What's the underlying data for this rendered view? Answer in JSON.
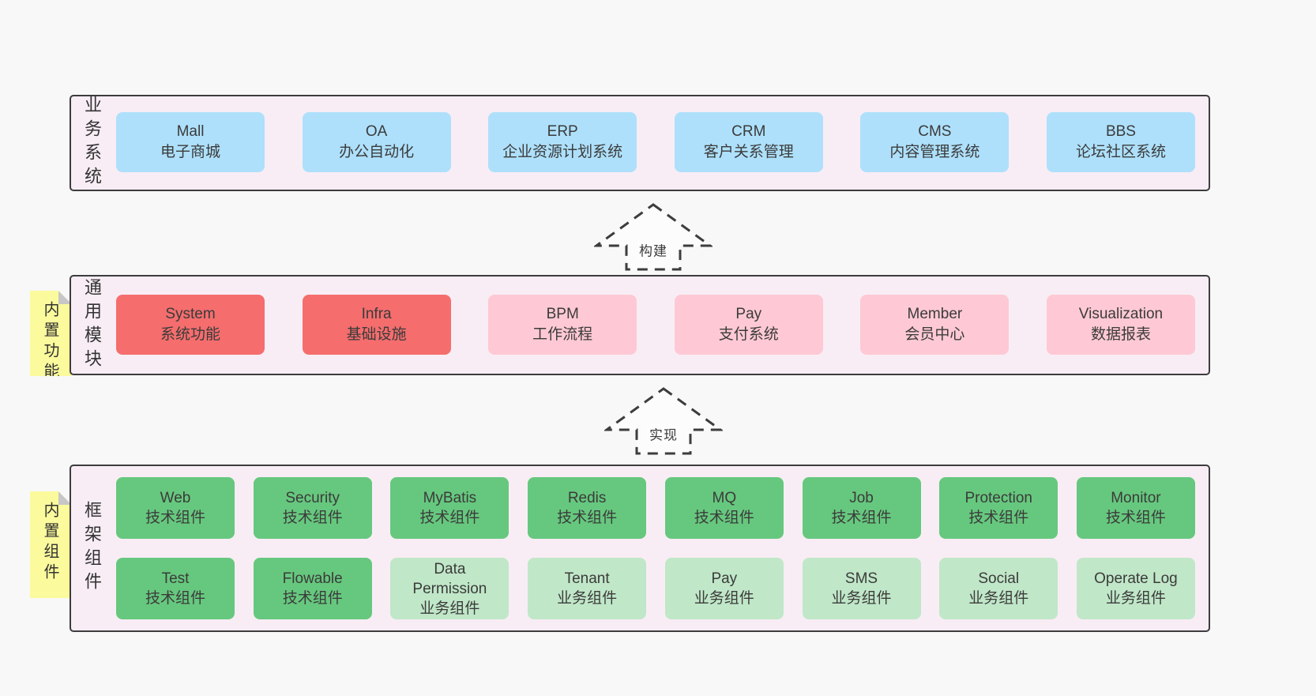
{
  "colors": {
    "panel-bg": "#f8edf5",
    "border": "#3c3c3c",
    "blue": "#aee0fb",
    "red": "#f56d6d",
    "pink": "#fec9d4",
    "green-dark": "#66c87e",
    "green-light": "#c0e7c8",
    "sticky": "#fbfa9c",
    "fold": "#c7c7c7"
  },
  "arrows": [
    {
      "label": "构建"
    },
    {
      "label": "实现"
    }
  ],
  "panels": [
    {
      "label": "业务系统",
      "boxes": [
        {
          "title": "Mall",
          "subtitle": "电子商城",
          "type": "blue"
        },
        {
          "title": "OA",
          "subtitle": "办公自动化",
          "type": "blue"
        },
        {
          "title": "ERP",
          "subtitle": "企业资源计划系统",
          "type": "blue"
        },
        {
          "title": "CRM",
          "subtitle": "客户关系管理",
          "type": "blue"
        },
        {
          "title": "CMS",
          "subtitle": "内容管理系统",
          "type": "blue"
        },
        {
          "title": "BBS",
          "subtitle": "论坛社区系统",
          "type": "blue"
        }
      ]
    },
    {
      "label": "通用模块",
      "sticky": "内置功能",
      "boxes": [
        {
          "title": "System",
          "subtitle": "系统功能",
          "type": "red"
        },
        {
          "title": "Infra",
          "subtitle": "基础设施",
          "type": "red"
        },
        {
          "title": "BPM",
          "subtitle": "工作流程",
          "type": "pink"
        },
        {
          "title": "Pay",
          "subtitle": "支付系统",
          "type": "pink"
        },
        {
          "title": "Member",
          "subtitle": "会员中心",
          "type": "pink"
        },
        {
          "title": "Visualization",
          "subtitle": "数据报表",
          "type": "pink"
        }
      ]
    },
    {
      "label": "框架组件",
      "sticky": "内置组件",
      "rows": [
        [
          {
            "title": "Web",
            "subtitle": "技术组件",
            "type": "green-dark"
          },
          {
            "title": "Security",
            "subtitle": "技术组件",
            "type": "green-dark"
          },
          {
            "title": "MyBatis",
            "subtitle": "技术组件",
            "type": "green-dark"
          },
          {
            "title": "Redis",
            "subtitle": "技术组件",
            "type": "green-dark"
          },
          {
            "title": "MQ",
            "subtitle": "技术组件",
            "type": "green-dark"
          },
          {
            "title": "Job",
            "subtitle": "技术组件",
            "type": "green-dark"
          },
          {
            "title": "Protection",
            "subtitle": "技术组件",
            "type": "green-dark"
          },
          {
            "title": "Monitor",
            "subtitle": "技术组件",
            "type": "green-dark"
          }
        ],
        [
          {
            "title": "Test",
            "subtitle": "技术组件",
            "type": "green-dark"
          },
          {
            "title": "Flowable",
            "subtitle": "技术组件",
            "type": "green-dark"
          },
          {
            "title": "Data Permission",
            "subtitle": "业务组件",
            "type": "green-light"
          },
          {
            "title": "Tenant",
            "subtitle": "业务组件",
            "type": "green-light"
          },
          {
            "title": "Pay",
            "subtitle": "业务组件",
            "type": "green-light"
          },
          {
            "title": "SMS",
            "subtitle": "业务组件",
            "type": "green-light"
          },
          {
            "title": "Social",
            "subtitle": "业务组件",
            "type": "green-light"
          },
          {
            "title": "Operate Log",
            "subtitle": "业务组件",
            "type": "green-light"
          }
        ]
      ]
    }
  ]
}
